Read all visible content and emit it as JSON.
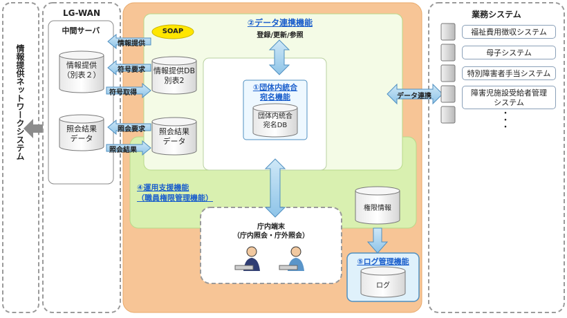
{
  "left_system": {
    "label": "情報提供ネットワークシステム"
  },
  "lg_wan": {
    "title": "LG-WAN",
    "server_title": "中間サーバ",
    "db_info": "情報提供\n（別表２）",
    "db_result": "照会結果\nデータ"
  },
  "arrows": {
    "info_provide": "情報提供",
    "code_request": "符号要求",
    "code_get": "符号取得",
    "query_request": "照会要求",
    "query_result": "照会結果",
    "data_link": "データ連携"
  },
  "center": {
    "soap": "SOAP",
    "data_link_title": "②データ連携機能",
    "reg_update_ref": "登録/更新/参照",
    "db_info2": "情報提供DB\n別表2",
    "db_result2": "照会結果\nデータ",
    "address_title": "①団体内統合\n宛名機能",
    "address_db": "団体内統合\n宛名DB",
    "ops_title": "④運用支援機能\n（職員権限管理機能）",
    "auth_info": "権限情報",
    "terminal_title": "庁内端末\n（庁内照会・庁外照会）",
    "log_title": "⑤ログ管理機能",
    "log_db": "ログ"
  },
  "business": {
    "title": "業務システム",
    "systems": [
      "福祉費用徴収システム",
      "母子システム",
      "特別障害者手当システム",
      "障害児施設受給者管理\nシステム"
    ],
    "dots": "・\n・\n・"
  },
  "colors": {
    "orange": "#f7c596",
    "green": "#d9f0b0",
    "lightgreen": "#f4fbe6",
    "arrow": "#a9d3ef",
    "arrow_border": "#4f8fc0"
  }
}
